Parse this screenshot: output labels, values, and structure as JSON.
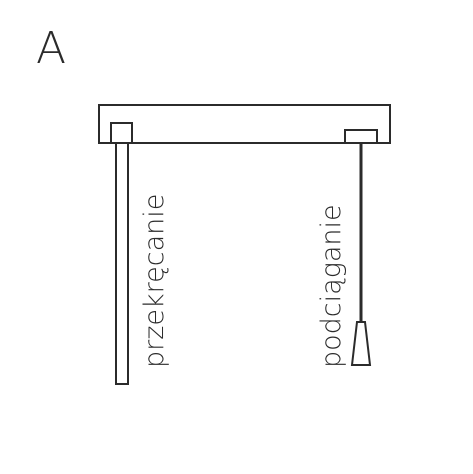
{
  "panel_letter": "A",
  "labels": {
    "left_rod": "przekręcanie",
    "right_cord": "podciąganie"
  },
  "colors": {
    "stroke": "#2b2b2b",
    "background": "#ffffff"
  }
}
